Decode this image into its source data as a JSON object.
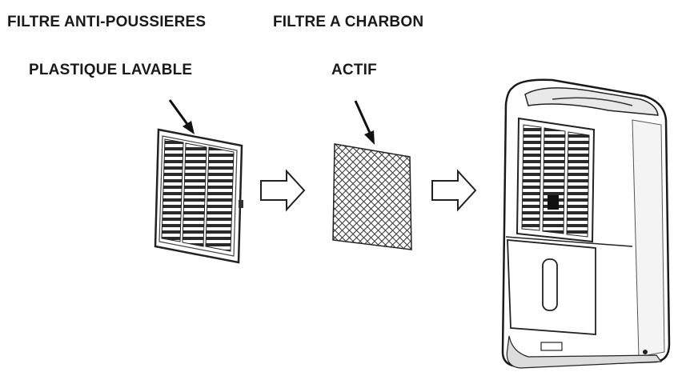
{
  "labels": {
    "dust_filter_line1": "FILTRE ANTI-POUSSIERES",
    "dust_filter_line2": "PLASTIQUE LAVABLE",
    "carbon_filter_line1": "FILTRE A CHARBON",
    "carbon_filter_line2": "ACTIF"
  },
  "colors": {
    "ink": "#1a1a1a",
    "shade": "#555555",
    "background": "#ffffff"
  }
}
